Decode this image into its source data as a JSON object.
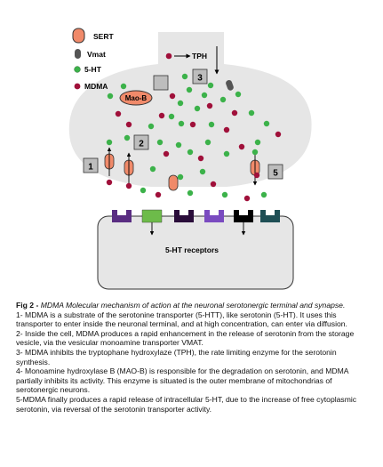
{
  "legend": {
    "sert": "SERT",
    "vmat": "Vmat",
    "ht5": "5-HT",
    "mdma": "MDMA"
  },
  "labels": {
    "tph": "TPH",
    "maob": "Mao-B",
    "receptors": "5-HT receptors",
    "step1": "1",
    "step2": "2",
    "step3": "3",
    "step5": "5"
  },
  "colors": {
    "sert": "#f08a6a",
    "vmat": "#555555",
    "ht5": "#3cb24a",
    "mdma": "#a0103a",
    "terminal": "#e6e6e6",
    "box": "#bdbdbd",
    "receptor_colors": [
      "#5a2d82",
      "#6dbb4a",
      "#2a0d3a",
      "#7a4bc0",
      "#000000",
      "#1f4f55"
    ]
  },
  "caption": {
    "lead": "Fig 2 - ",
    "subtitle": "MDMA Molecular mechanism of action at the neuronal serotonergic terminal and synapse.",
    "items": [
      "1- MDMA is a substrate of the serotonine transporter (5-HTT), like serotonin (5-HT). It uses this transporter to enter inside the neuronal terminal, and at high concentration, can enter via diffusion.",
      "2- Inside the cell, MDMA produces a rapid enhancement in the release of serotonin from the storage vesicle, via the vesicular monoamine transporter VMAT.",
      "3- MDMA inhibits the tryptophane hydroxylaze (TPH), the rate limiting enzyme for the serotonin synthesis.",
      "4- Monoamine hydroxylase B (MAO-B) is responsible for the degradation on serotonin, and MDMA partially inhibits its activity. This enzyme is situated is the outer membrane of mitochondrias of serotonergic neurons.",
      "5-MDMA finally produces a rapid release of intracellular 5-HT, due to the increase of free cytoplasmic serotonin, via reversal of the serotonin transporter activity."
    ]
  }
}
